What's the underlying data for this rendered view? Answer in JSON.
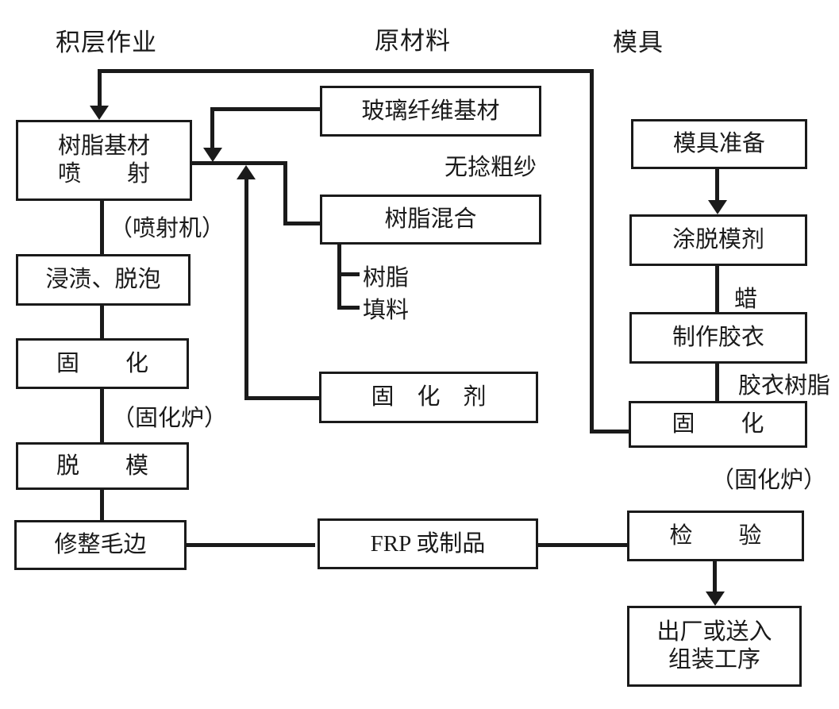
{
  "headers": {
    "left": "积层作业",
    "center": "原材料",
    "right": "模具"
  },
  "boxes": {
    "spray": {
      "line1": "树脂基材",
      "line2": "喷　　射"
    },
    "soak": {
      "line1": "浸渍、脱泡"
    },
    "cure_left": {
      "line1": "固　　化"
    },
    "demold": {
      "line1": "脱　　模"
    },
    "trim": {
      "line1": "修整毛边"
    },
    "glass_fiber": {
      "line1": "玻璃纤维基材"
    },
    "resin_mix": {
      "line1": "树脂混合"
    },
    "hardener": {
      "line1": "固　化　剂"
    },
    "frp": {
      "line1": "FRP 或制品"
    },
    "mold_prep": {
      "line1": "模具准备"
    },
    "release_agent": {
      "line1": "涂脱模剂"
    },
    "gelcoat": {
      "line1": "制作胶衣"
    },
    "cure_right": {
      "line1": "固　　化"
    },
    "inspect": {
      "line1": "检　　验"
    },
    "shipout": {
      "line1": "出厂或送入",
      "line2": "组装工序"
    }
  },
  "labels": {
    "sprayer_machine": "（喷射机）",
    "cure_oven_left": "（固化炉）",
    "roving": "无捻粗纱",
    "resin_item": "树脂",
    "filler_item": "填料",
    "wax": "蜡",
    "gelcoat_resin": "胶衣树脂",
    "cure_oven_right": "（固化炉）"
  },
  "colors": {
    "line": "#1a1a1a",
    "text": "#1a1a1a",
    "background": "#ffffff"
  }
}
